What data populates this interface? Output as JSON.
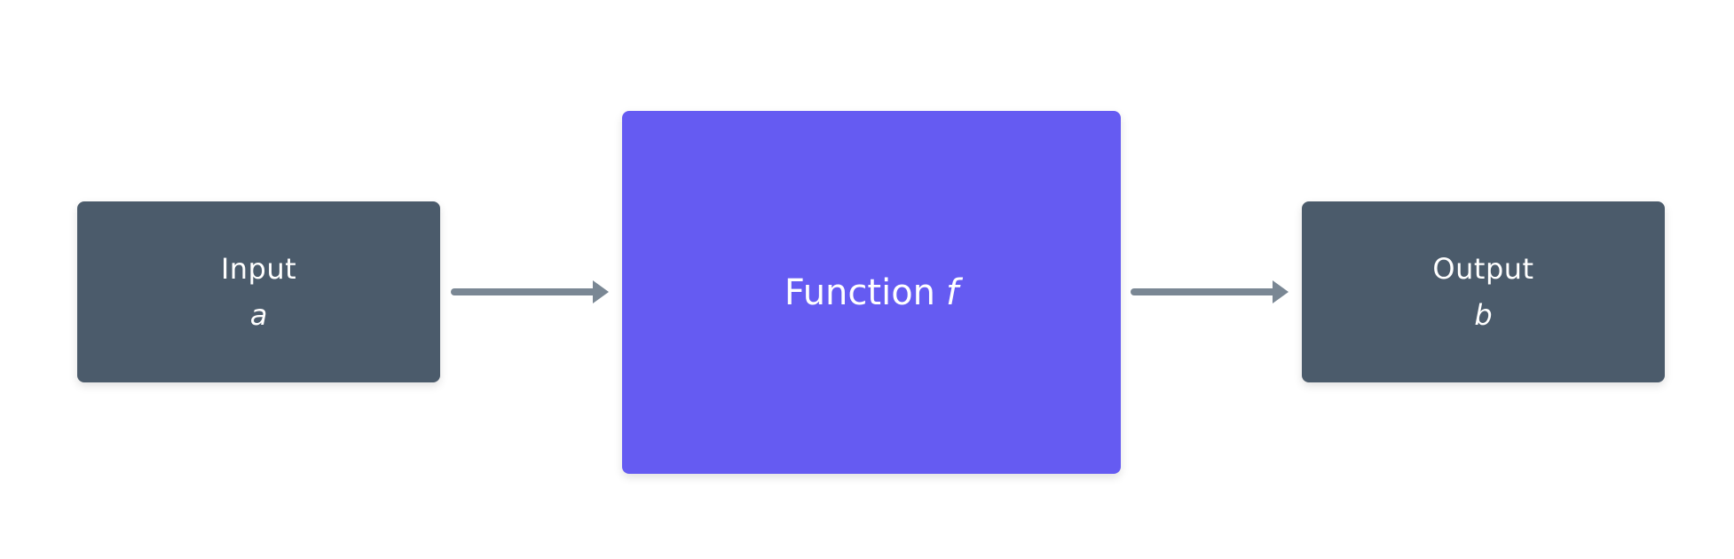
{
  "diagram": {
    "input": {
      "label": "Input",
      "variable": "a"
    },
    "function": {
      "label": "Function",
      "variable": "f"
    },
    "output": {
      "label": "Output",
      "variable": "b"
    }
  },
  "colors": {
    "io_box": "#4b5b6b",
    "function_box": "#655bf2",
    "arrow": "#7a8794",
    "text": "#ffffff",
    "background": "#ffffff"
  }
}
